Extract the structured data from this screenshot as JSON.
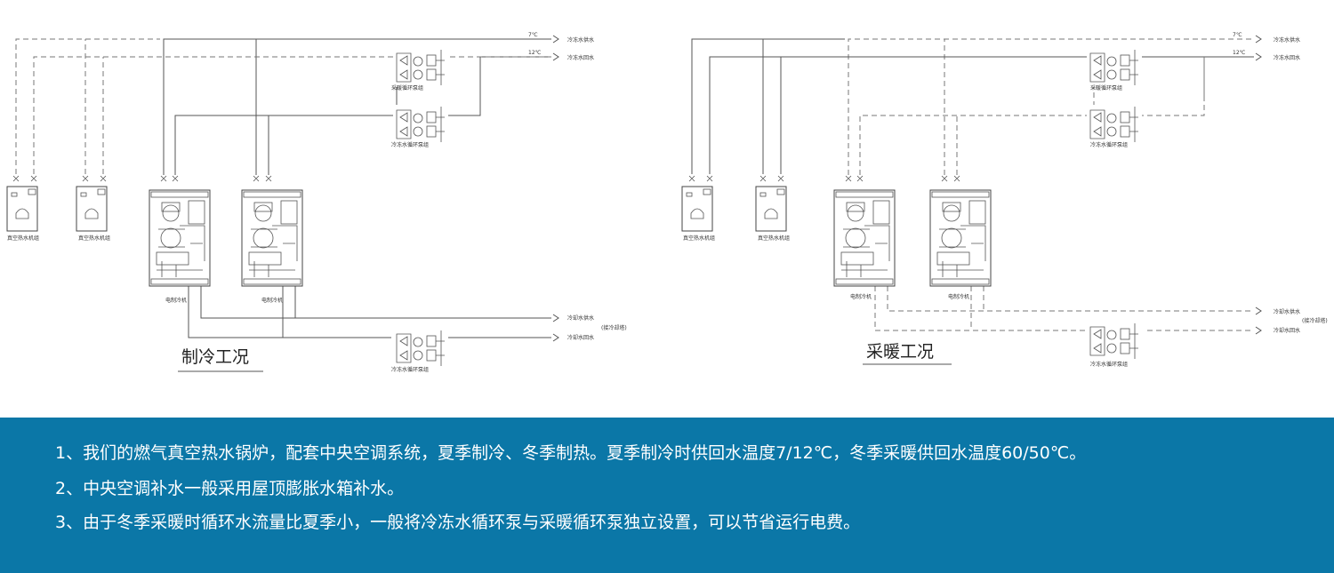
{
  "diagram": {
    "left": {
      "caption": "制冷工况",
      "supply_temp": "7℃",
      "return_temp": "12℃",
      "chilled_supply": "冷冻水供水",
      "chilled_return": "冷冻水回水",
      "pump_heating": "采暖循环泵组",
      "pump_chilled": "冷冻水循环泵组",
      "boiler_1": "真空热水机组",
      "boiler_2": "真空热水机组",
      "chiller_1": "电制冷机",
      "chiller_2": "电制冷机",
      "cooling_supply": "冷却水供水",
      "cooling_return": "冷却水回水",
      "cooling_tower": "(接冷却塔)",
      "pump_cooling": "冷冻水循环泵组"
    },
    "right": {
      "caption": "采暖工况",
      "supply_temp": "7℃",
      "return_temp": "12℃",
      "chilled_supply": "冷冻水供水",
      "chilled_return": "冷冻水回水",
      "pump_heating": "采暖循环泵组",
      "pump_chilled": "冷冻水循环泵组",
      "boiler_1": "真空热水机组",
      "boiler_2": "真空热水机组",
      "chiller_1": "电制冷机",
      "chiller_2": "电制冷机",
      "cooling_supply": "冷却水供水",
      "cooling_return": "冷却水回水",
      "cooling_tower": "(接冷却塔)",
      "pump_cooling": "冷冻水循环泵组"
    }
  },
  "notes": [
    "1、我们的燃气真空热水锅炉，配套中央空调系统，夏季制冷、冬季制热。夏季制冷时供回水温度7/12℃，冬季采暖供回水温度60/50℃。",
    "2、中央空调补水一般采用屋顶膨胀水箱补水。",
    "3、由于冬季采暖时循环水流量比夏季小，一般将冷冻水循环泵与采暖循环泵独立设置，可以节省运行电费。"
  ],
  "colors": {
    "band": "#0b77a7",
    "line": "#555555"
  }
}
